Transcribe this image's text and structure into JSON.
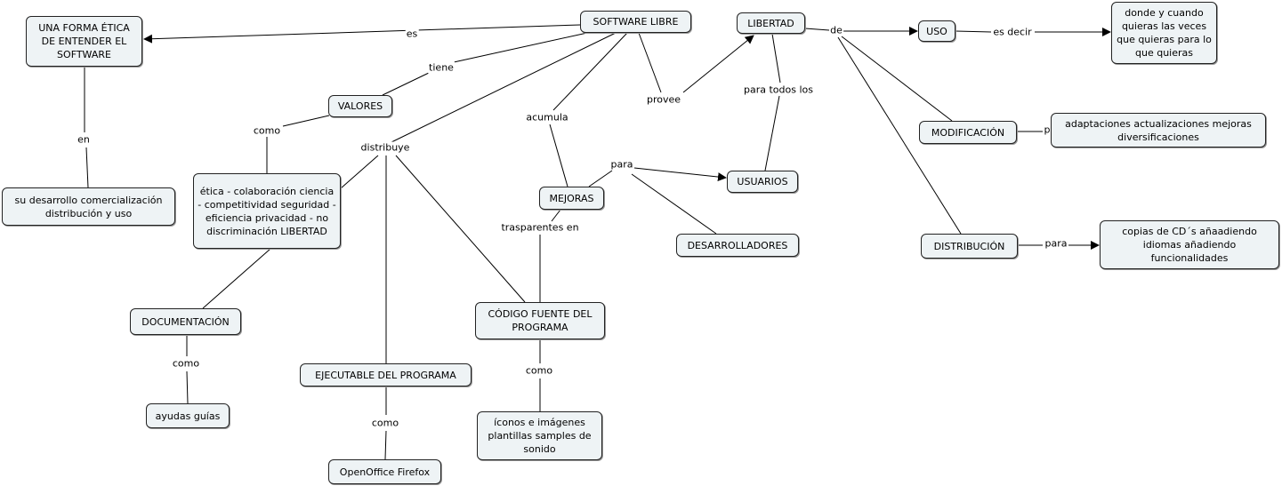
{
  "concepts": {
    "forma": "UNA FORMA ÉTICA DE ENTENDER EL SOFTWARE",
    "software_libre": "SOFTWARE LIBRE",
    "libertad": "LIBERTAD",
    "uso": "USO",
    "donde": "donde y cuando quieras las veces que quieras para lo que quieras",
    "valores": "VALORES",
    "modificacion": "MODIFICACIÓN",
    "adaptaciones": "adaptaciones actualizaciones mejoras diversificaciones",
    "desarrollo": "su desarrollo comercialización distribución y uso",
    "etica": "ética - colaboración ciencia - competitividad seguridad - eficiencia privacidad - no discriminación LIBERTAD",
    "mejoras": "MEJORAS",
    "usuarios": "USUARIOS",
    "desarrolladores": "DESARROLLADORES",
    "distribucion": "DISTRIBUCIÓN",
    "copias": "copias de CD´s añaadiendo idiomas añadiendo funcionalidades",
    "documentacion": "DOCUMENTACIÓN",
    "codigo": "CÓDIGO FUENTE DEL PROGRAMA",
    "ejecutable": "EJECUTABLE DEL PROGRAMA",
    "ayudas": "ayudas guías",
    "iconos": "íconos e imágenes plantillas samples de sonido",
    "openoffice": "OpenOffice Firefox"
  },
  "links": {
    "es": "es",
    "tiene": "tiene",
    "como_valores": "como",
    "distribuye": "distribuye",
    "acumula": "acumula",
    "provee": "provee",
    "para_todos": "para todos los",
    "de": "de",
    "es_decir": "es decir",
    "p_mod": "p",
    "para_mejoras": "para",
    "trasparentes": "trasparentes en",
    "en": "en",
    "como_doc": "como",
    "como_cod": "como",
    "como_eje": "como",
    "para_dist": "para"
  },
  "colors": {
    "node_fill": "#eef3f5",
    "line": "#000000"
  }
}
